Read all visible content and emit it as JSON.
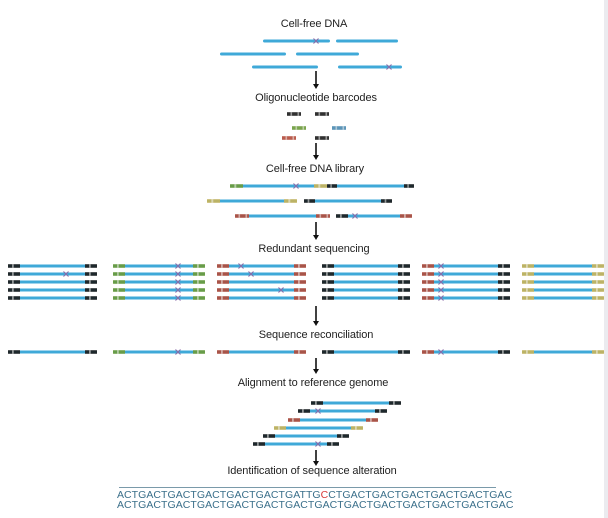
{
  "title": "Cell-free DNA sequencing workflow",
  "steps": [
    {
      "label": "Cell-free DNA"
    },
    {
      "label": "Oligonucleotide barcodes"
    },
    {
      "label": "Cell-free DNA library"
    },
    {
      "label": "Redundant sequencing"
    },
    {
      "label": "Sequence reconciliation"
    },
    {
      "label": "Alignment to reference genome"
    },
    {
      "label": "Identification of sequence alteration"
    }
  ],
  "colors": {
    "dna_strand": "#3fa9d8",
    "mutation_mark": "#8a6aa8",
    "barcode_black": "#1a1a1a",
    "barcode_green": "#6c9a3a",
    "barcode_red": "#b24a3a",
    "barcode_yellow": "#c9b45a",
    "barcode_blue": "#4a8ab0",
    "sequence_text": "#3a6f8a",
    "alteration_text": "#d83a3a",
    "arrow": "#111111"
  },
  "sequences": {
    "sample_prefix": "ACTGACTGACTGACTGACTGACTGATTG",
    "sample_alteration": "C",
    "sample_suffix": "CTGACTGACTGACTGACTGACTGAC",
    "reference": "ACTGACTGACTGACTGACTGACTGACTGACTGACTGACTGACTGACTGACTGAC"
  },
  "barcode_groups": [
    "black",
    "green",
    "red",
    "black",
    "red-black",
    "yellow"
  ]
}
